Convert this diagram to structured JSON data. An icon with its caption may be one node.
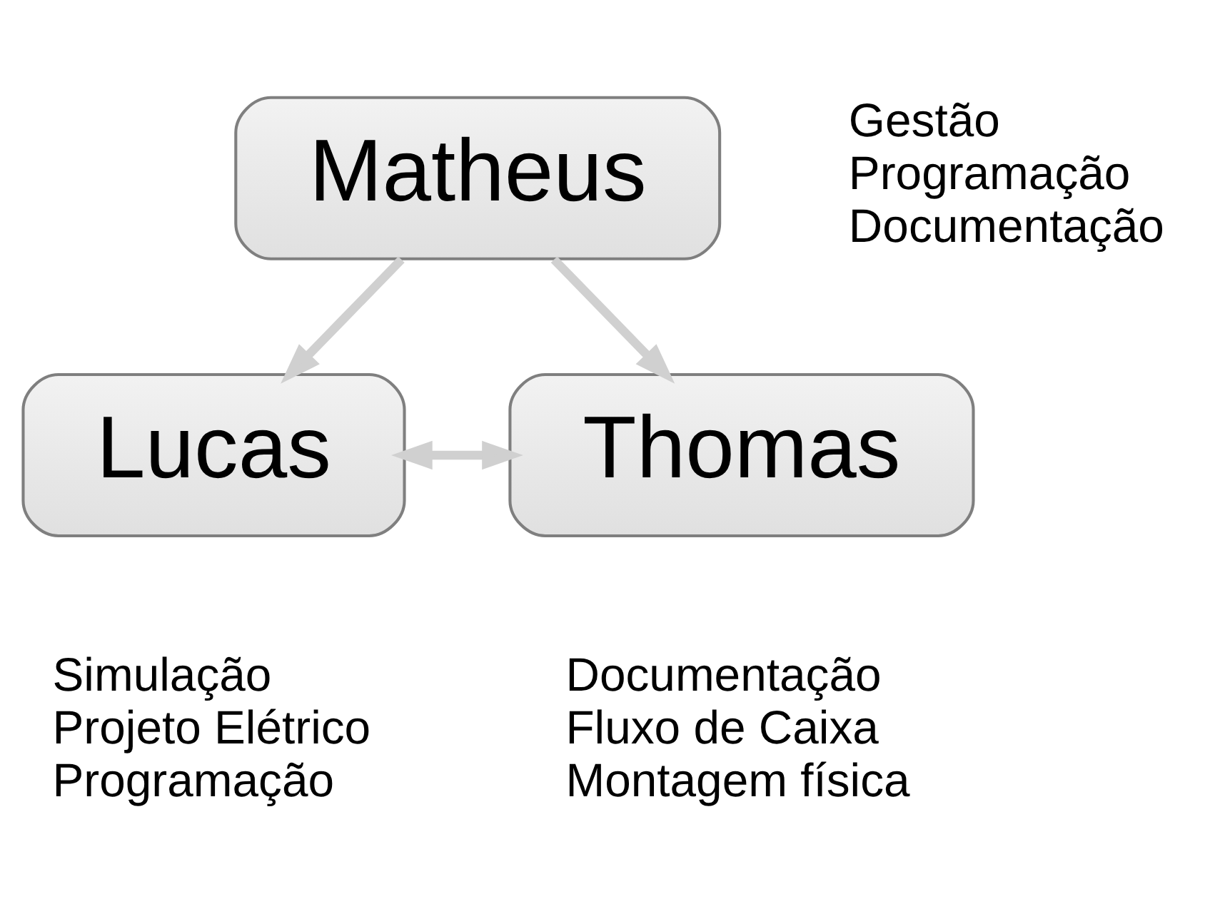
{
  "diagram": {
    "nodes": [
      {
        "text": [
          "Matheus"
        ],
        "beside": [
          "Gestão",
          "Programação",
          "Documentação"
        ]
      },
      {
        "text": [
          "Lucas"
        ],
        "beside": [
          "Simulação",
          "Projeto Elétrico",
          "Programação"
        ]
      },
      {
        "text": [
          "Thomas"
        ],
        "beside": [
          "Documentação",
          "Fluxo de Caixa",
          "Montagem física"
        ]
      }
    ],
    "edges": [
      {
        "from": 0,
        "to": 1,
        "arrow": "to"
      },
      {
        "from": 0,
        "to": 2,
        "arrow": "to"
      },
      {
        "from": 1,
        "to": 2,
        "arrow": "both"
      }
    ]
  }
}
